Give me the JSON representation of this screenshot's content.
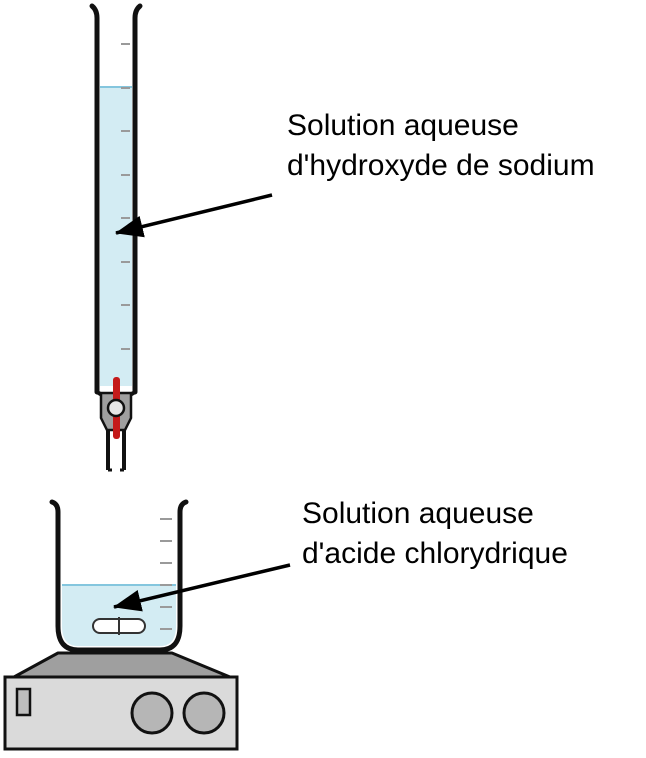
{
  "labels": {
    "burette_solution_line1": "Solution aqueuse",
    "burette_solution_line2": "d'hydroxyde de sodium",
    "beaker_solution_line1": "Solution aqueuse",
    "beaker_solution_line2": "d'acide chlorydrique"
  },
  "colors": {
    "liquid": "#d3ecf3",
    "liquid_surface": "#84c6de",
    "glass_outline": "#111111",
    "stopcock": "#c41a1a",
    "stirrer_body": "#dadada",
    "stirrer_top": "#9f9f9f",
    "graduation": "#9a9a9a"
  }
}
